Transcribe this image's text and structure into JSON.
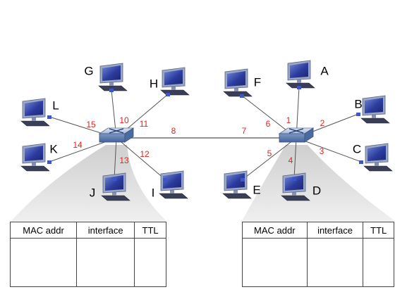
{
  "switches": [
    {
      "id": "left",
      "hosts": [
        {
          "name": "G",
          "port": "10"
        },
        {
          "name": "H",
          "port": "11"
        },
        {
          "name": "I",
          "port": "12"
        },
        {
          "name": "J",
          "port": "13"
        },
        {
          "name": "K",
          "port": "14"
        },
        {
          "name": "L",
          "port": "15"
        }
      ],
      "uplink_port": "8"
    },
    {
      "id": "right",
      "hosts": [
        {
          "name": "A",
          "port": "1"
        },
        {
          "name": "B",
          "port": "2"
        },
        {
          "name": "C",
          "port": "3"
        },
        {
          "name": "D",
          "port": "4"
        },
        {
          "name": "E",
          "port": "5"
        },
        {
          "name": "F",
          "port": "6"
        }
      ],
      "uplink_port": "7"
    }
  ],
  "tables": {
    "headers": [
      "MAC addr",
      "interface",
      "TTL"
    ]
  },
  "colors": {
    "port_label": "#e8201c",
    "link": "#555555",
    "switch_top": "#c7d3e6",
    "switch_face": "#5d7fb3",
    "monitor_frame": "#9aa7c6",
    "monitor_screen": "#2e3fa0",
    "cone": "#e3e3e3"
  }
}
